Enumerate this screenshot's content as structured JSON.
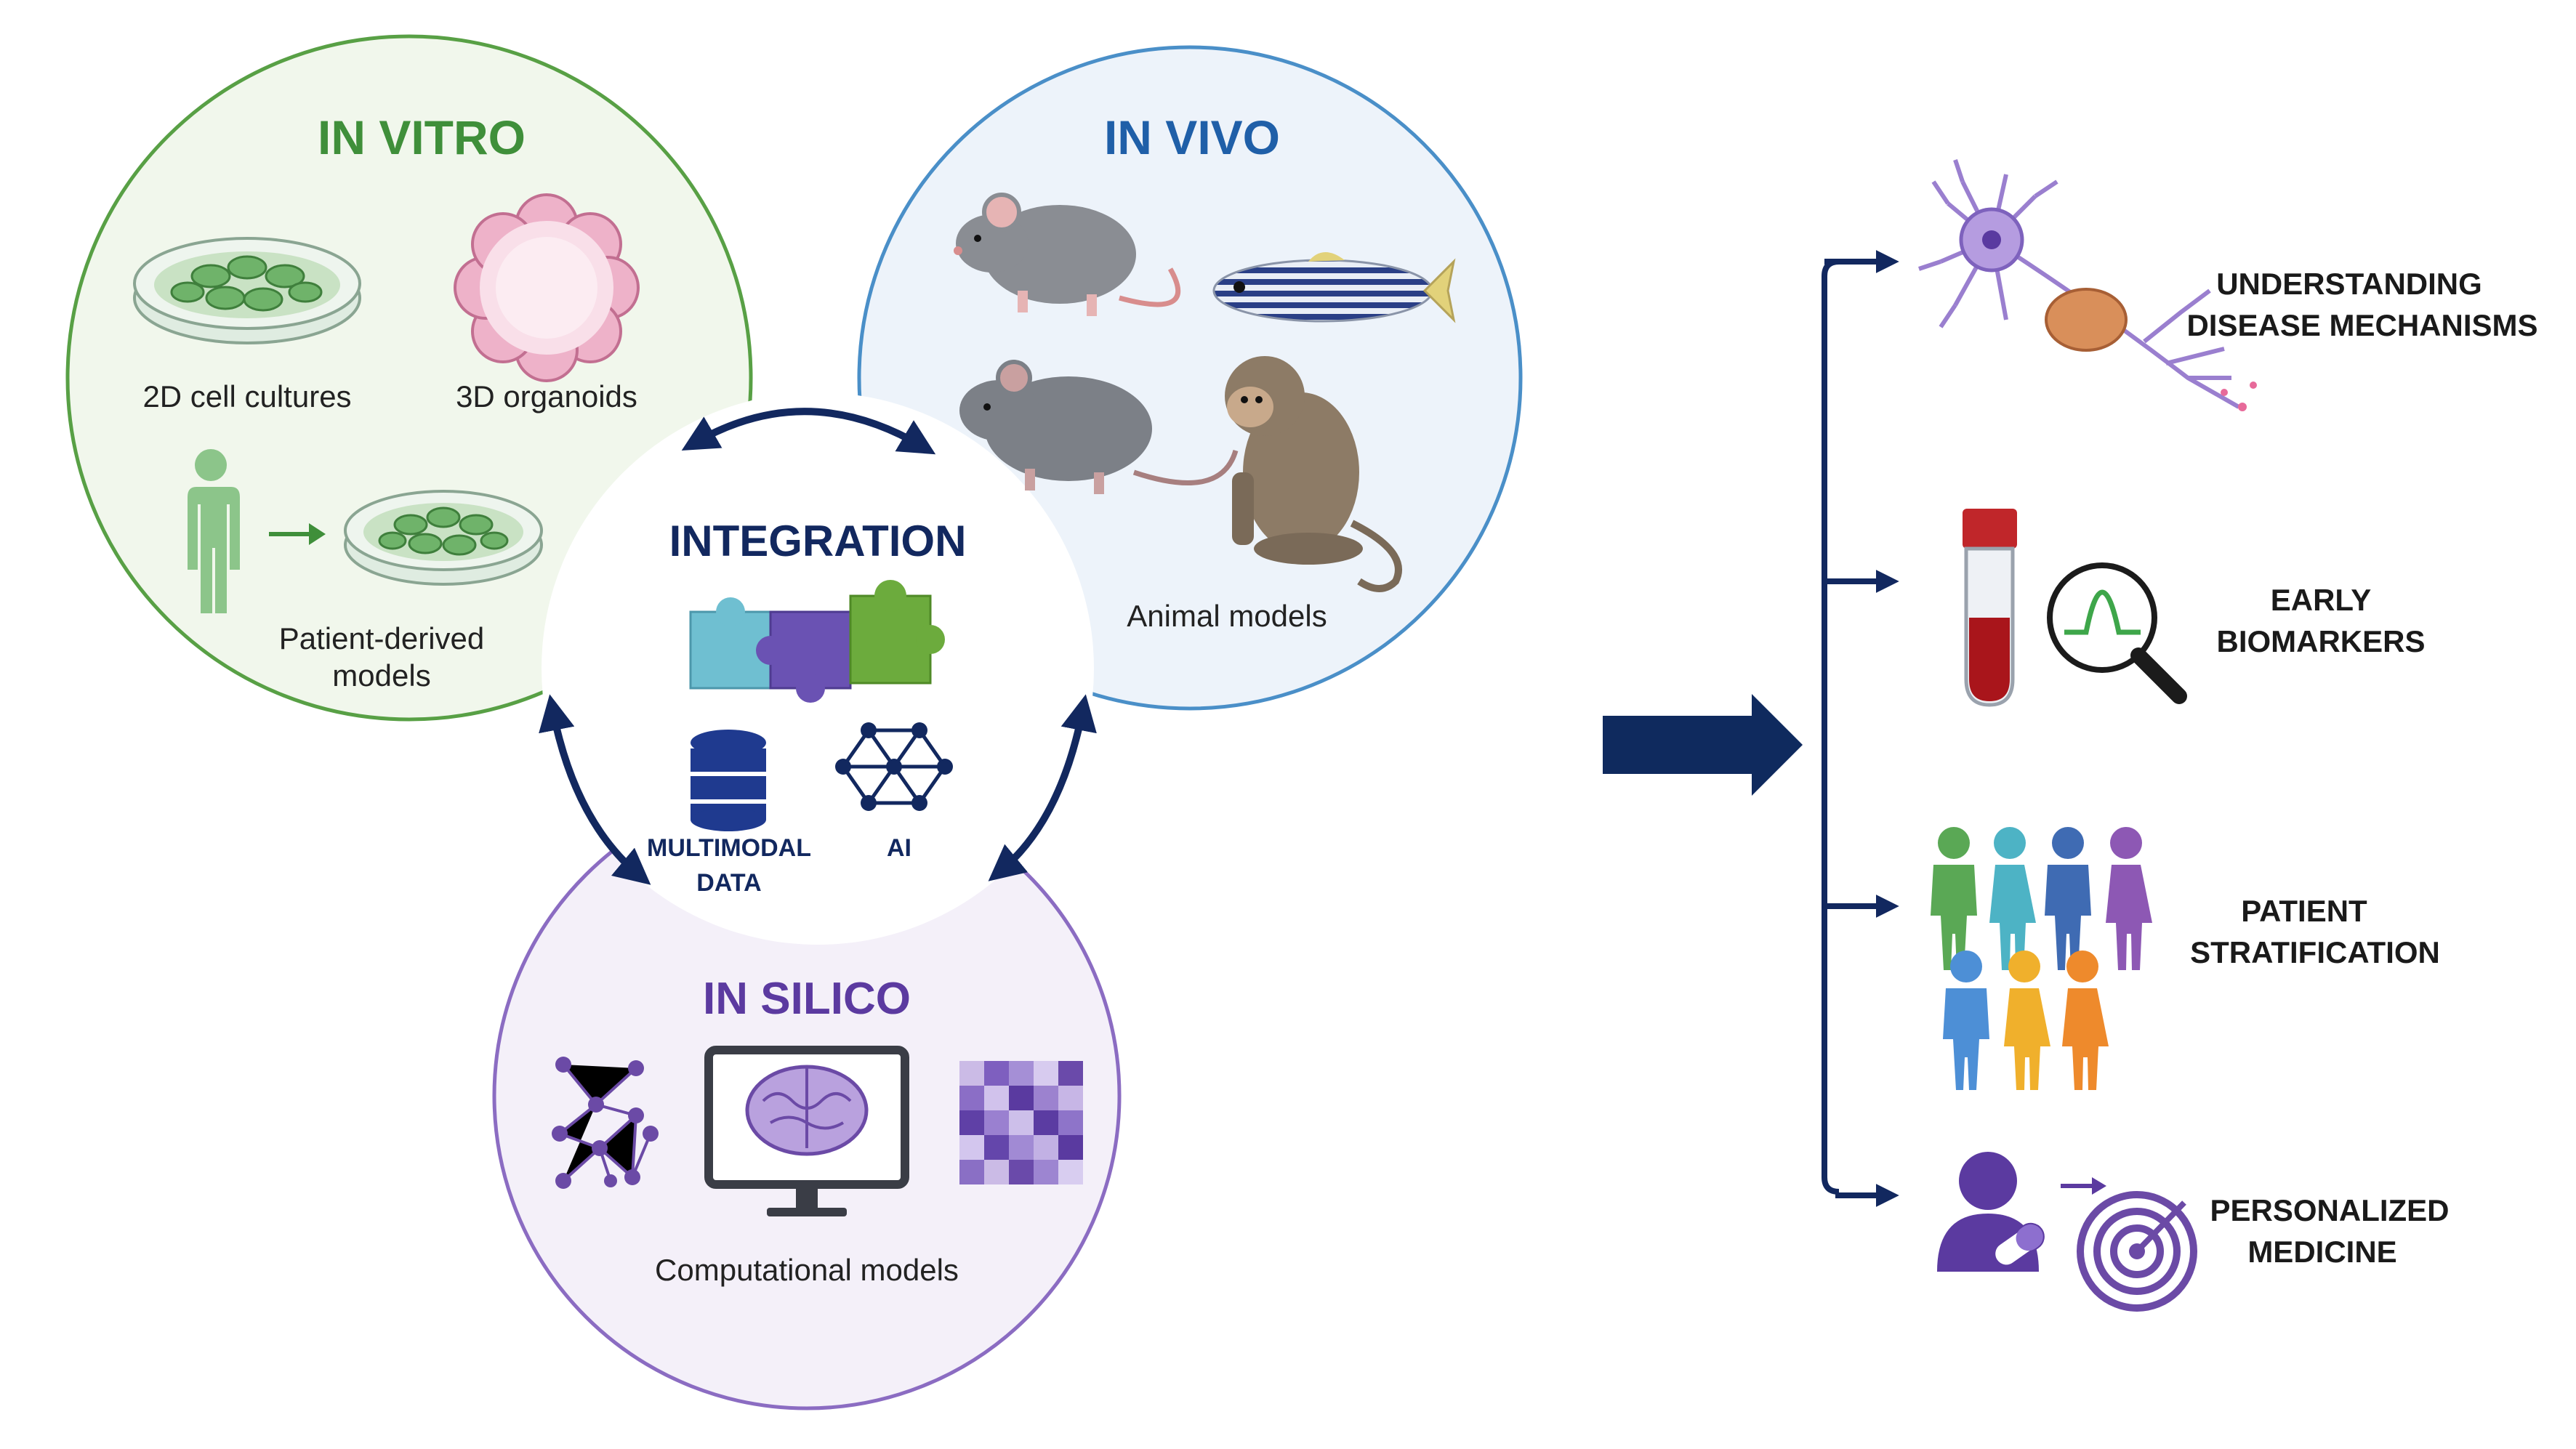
{
  "diagram": {
    "in_vitro": {
      "title": "IN VITRO",
      "cell_cultures_label": "2D cell cultures",
      "organoids_label": "3D organoids",
      "patient_derived_label_line1": "Patient-derived",
      "patient_derived_label_line2": "models",
      "color": "#3f8f3a"
    },
    "in_vivo": {
      "title": "IN VIVO",
      "animal_models_label": "Animal models",
      "color": "#1f5fa8"
    },
    "in_silico": {
      "title": "IN SILICO",
      "computational_models_label": "Computational models",
      "color": "#6b4aa6"
    },
    "integration": {
      "title": "INTEGRATION",
      "multimodal_label_line1": "MULTIMODAL",
      "multimodal_label_line2": "DATA",
      "ai_label": "AI",
      "color": "#12285f"
    },
    "outcomes": [
      {
        "line1": "UNDERSTANDING",
        "line2": "DISEASE MECHANISMS",
        "icon": "neuron-icon"
      },
      {
        "line1": "EARLY",
        "line2": "BIOMARKERS",
        "icon": "blood-tube-magnifier-icon"
      },
      {
        "line1": "PATIENT",
        "line2": "STRATIFICATION",
        "icon": "people-group-icon"
      },
      {
        "line1": "PERSONALIZED",
        "line2": "MEDICINE",
        "icon": "person-pill-target-icon"
      }
    ],
    "arrow_color": "#12285f"
  }
}
